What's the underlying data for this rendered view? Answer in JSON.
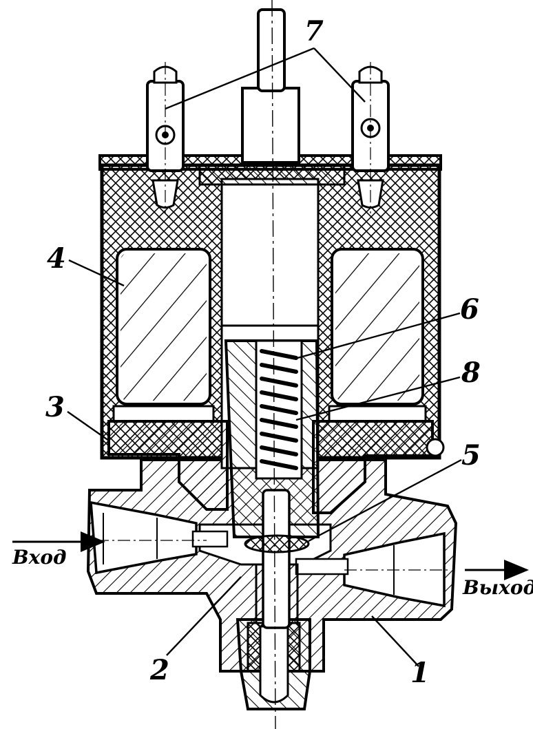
{
  "labels": {
    "callout_1": "1",
    "callout_2": "2",
    "callout_3": "3",
    "callout_4": "4",
    "callout_5": "5",
    "callout_6": "6",
    "callout_7": "7",
    "callout_8": "8",
    "inlet": "Вход",
    "outlet": "Выход"
  },
  "colors": {
    "ink": "#000000",
    "paper": "#ffffff"
  }
}
